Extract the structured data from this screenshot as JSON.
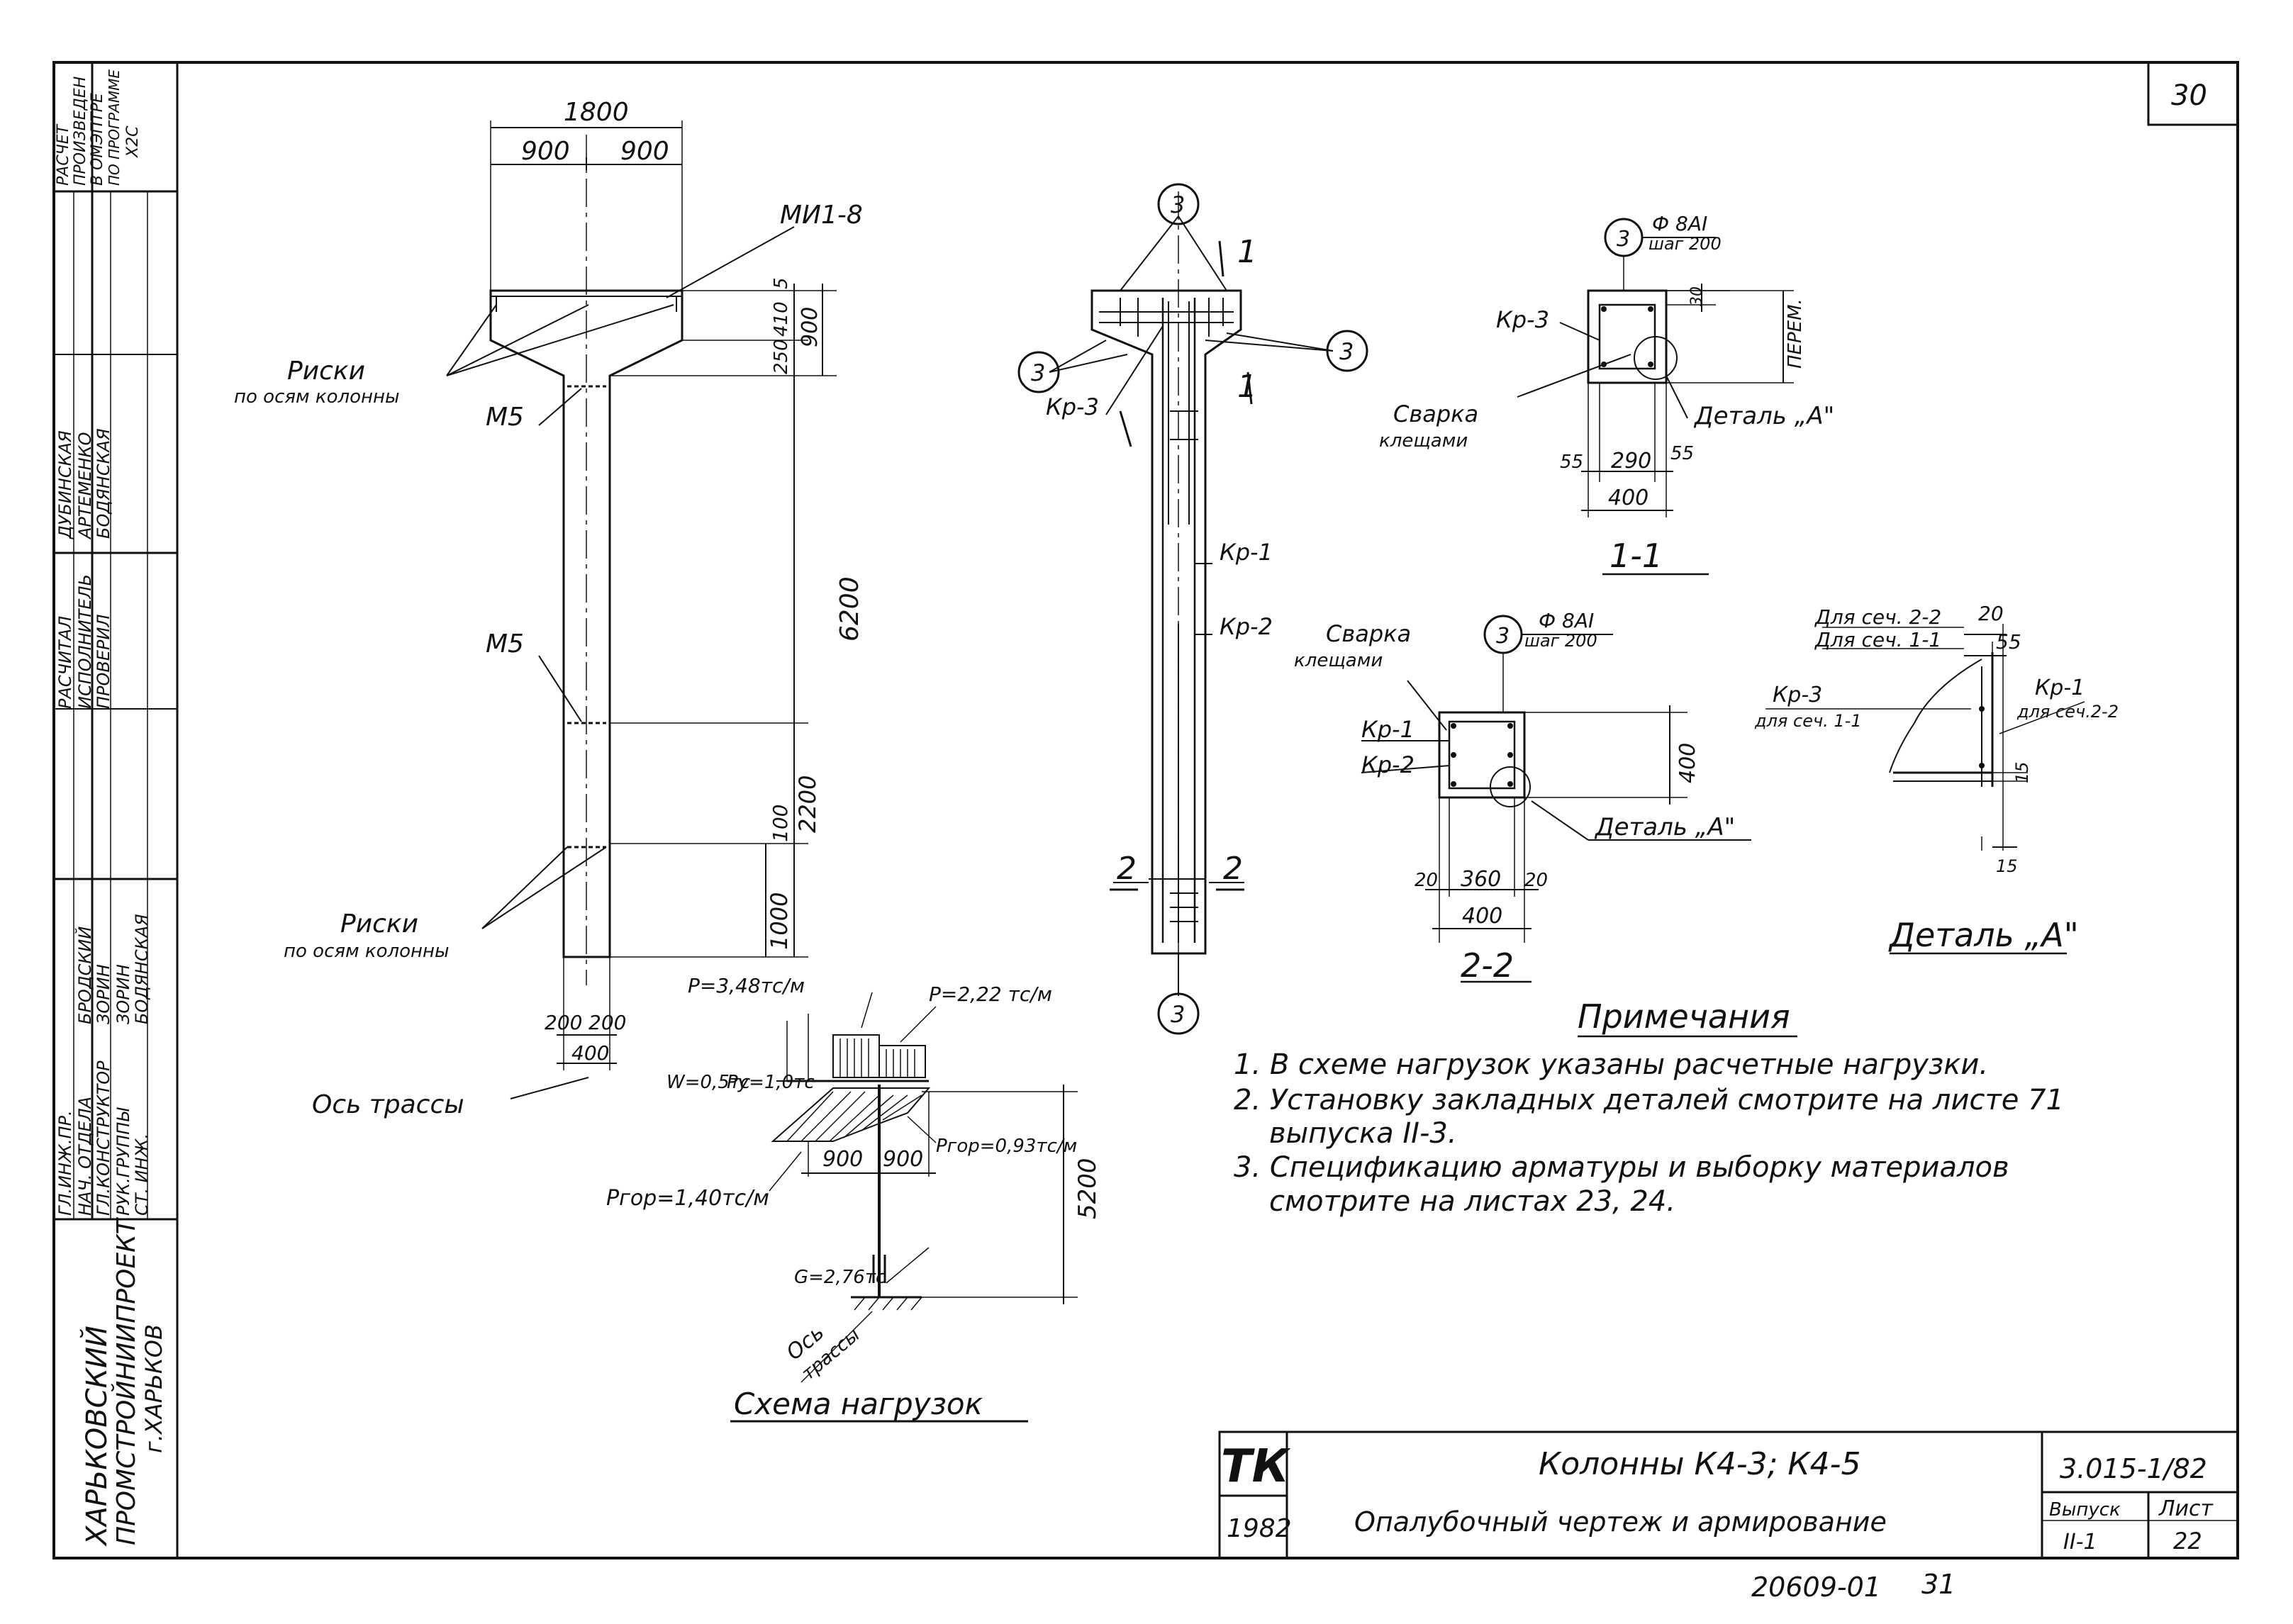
{
  "sheet": {
    "page_number": "30",
    "org_name": [
      "ХАРЬКОВСКИЙ",
      "ПРОМСТРОЙНИИПРОЕКТ",
      "г.ХАРЬКОВ"
    ],
    "staff": [
      {
        "role": "ГЛ.ИНЖ.ПР.",
        "name": ""
      },
      {
        "role": "НАЧ. ОТДЕЛА",
        "name": "БРОДСКИЙ"
      },
      {
        "role": "ГЛ.КОНСТРУКТОР",
        "name": "ЗОРИН"
      },
      {
        "role": "РУК.ГРУППЫ",
        "name": "ЗОРИН"
      },
      {
        "role": "СТ. ИНЖ.",
        "name": "БОДЯНСКАЯ"
      }
    ],
    "staff2": [
      {
        "role": "РАСЧИТАЛ",
        "name": "ДУБИНСКАЯ"
      },
      {
        "role": "ИСПОЛНИТЕЛЬ",
        "name": "АРТЕМЕНКО"
      },
      {
        "role": "ПРОВЕРИЛ",
        "name": "БОДЯНСКАЯ"
      }
    ],
    "calc_note": [
      "РАСЧЕТ",
      "ПРОИЗВЕДЕН",
      "В ОМЭПТРЕ",
      "ПО ПРОГРАММЕ",
      "Х2С"
    ]
  },
  "elevation": {
    "dim_total_width": "1800",
    "dim_left": "900",
    "dim_right": "900",
    "label_plate": "МИ1-8",
    "label_m5_top": "М5",
    "label_m5_mid": "М5",
    "label_marks_top": "Риски",
    "label_marks_top_sub": "по осям колонны",
    "label_marks_bottom": "Риски",
    "label_marks_bottom_sub": "по осям колонны",
    "dim_v_5": "5",
    "dim_v_410": "410",
    "dim_v_900": "900",
    "dim_v_250": "250",
    "dim_v_6200": "6200",
    "dim_v_100": "100",
    "dim_v_2200": "2200",
    "dim_v_1000": "1000",
    "dim_b_200a": "200",
    "dim_b_200b": "200",
    "dim_b_400": "400",
    "label_axis": "Ось трассы"
  },
  "reinforcement": {
    "mark_3": "3",
    "section_11_a": "1",
    "section_11_b": "1",
    "section_22_a": "2",
    "section_22_b": "2",
    "label_kr3": "Кр-3",
    "label_kr1": "Кр-1",
    "label_kr2": "Кр-2"
  },
  "section_1_1": {
    "mark": "3",
    "bar": "Ф 8АI",
    "step": "шаг 200",
    "label_kr3": "Кр-3",
    "weld": "Сварка",
    "weld_sub": "клещами",
    "detail": "Деталь „А\"",
    "dim_30": "30",
    "dim_perem": "ПЕРЕМ.",
    "dim_55a": "55",
    "dim_290": "290",
    "dim_55b": "55",
    "dim_400": "400",
    "title": "1-1"
  },
  "section_2_2": {
    "mark": "3",
    "bar": "Ф 8АI",
    "step": "шаг 200",
    "weld": "Сварка",
    "weld_sub": "клещами",
    "label_kr1": "Кр-1",
    "label_kr2": "Кр-2",
    "detail": "Деталь „А\"",
    "dim_400v": "400",
    "dim_20a": "20",
    "dim_360": "360",
    "dim_20b": "20",
    "dim_400": "400",
    "title": "2-2"
  },
  "detail_a": {
    "for_22": "Для сеч. 2-2",
    "for_11": "Для сеч. 1-1",
    "dim_20": "20",
    "dim_55": "55",
    "kr3": "Кр-3",
    "kr3_sub": "для сеч. 1-1",
    "kr1": "Кр-1",
    "kr1_sub": "для сеч.2-2",
    "dim_15a": "15",
    "dim_15b": "15",
    "title": "Деталь „А\""
  },
  "load_scheme": {
    "p_left": "P=3,48тс/м",
    "p_right": "P=2,22 тс/м",
    "w": "W=0,5тс",
    "py": "Py=1,0тс",
    "pgor_right": "Pгор=0,93тс/м",
    "pgor_left": "Pгор=1,40тс/м",
    "dim_900a": "900",
    "dim_900b": "900",
    "dim_5200": "5200",
    "g": "G=2,76тс",
    "axis": "Ось",
    "axis_sub": "трассы",
    "title": "Схема нагрузок"
  },
  "notes": {
    "heading": "Примечания",
    "lines": [
      "1. В схеме нагрузок указаны расчетные нагрузки.",
      "2. Установку закладных деталей смотрите на листе 71",
      "выпуска II-3.",
      "3. Спецификацию арматуры и выборку материалов",
      "смотрите на листах 23, 24."
    ]
  },
  "title_block": {
    "logo": "ТК",
    "year": "1982",
    "title": "Колонны К4-3; К4-5",
    "subtitle": "Опалубочный чертеж и армирование",
    "code": "3.015-1/82",
    "issue_label": "Выпуск",
    "issue": "II-1",
    "sheet_label": "Лист",
    "sheet": "22",
    "bottom_number": "20609-01",
    "bottom_page": "31"
  }
}
